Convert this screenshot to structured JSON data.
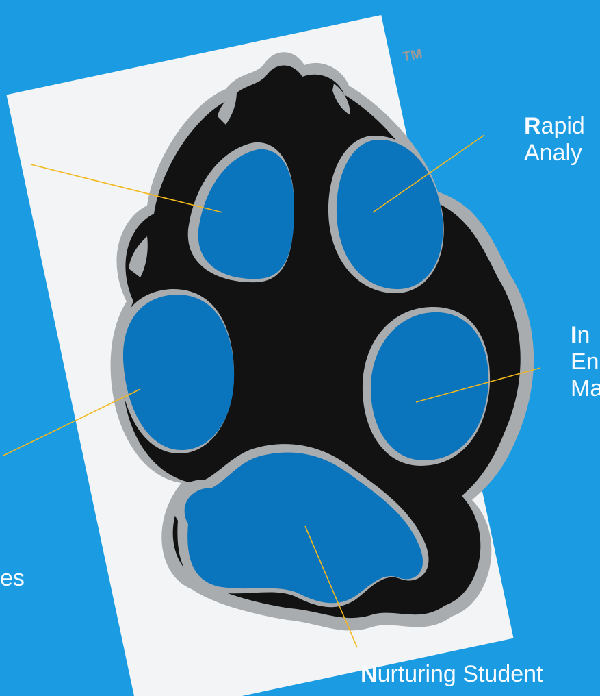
{
  "trademark": "TM",
  "labels": {
    "r": {
      "initial": "R",
      "rest": "apid",
      "line2": "Analy"
    },
    "i": {
      "initial": "I",
      "rest": "n",
      "line2": "En",
      "line3": "Ma"
    },
    "n": {
      "initial": "N",
      "rest": "urturing Student"
    },
    "es": {
      "text": "es"
    }
  },
  "colors": {
    "background": "#1b9ce2",
    "paw_fill": "#0a74bd",
    "paw_outline": "#111111",
    "paw_shadow": "#a9acae",
    "leader_line": "#f2b81d"
  }
}
